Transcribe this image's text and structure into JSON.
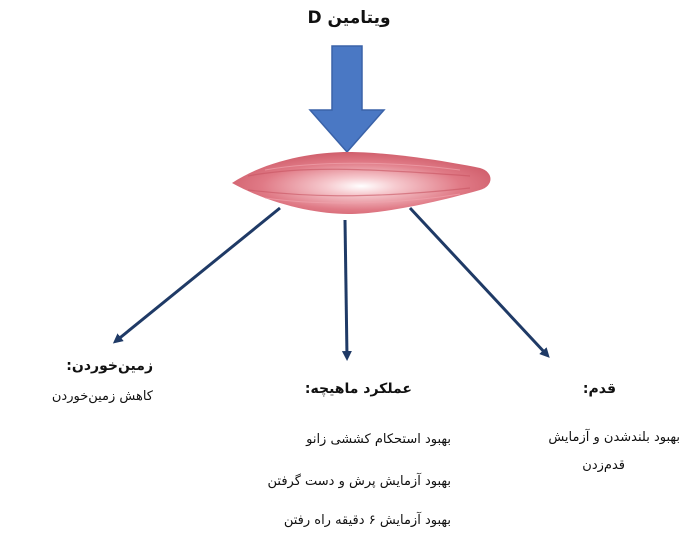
{
  "title": "ویتامین D",
  "left": {
    "heading": "زمین‌خوردن:",
    "lines": [
      "کاهش زمین‌خوردن"
    ]
  },
  "center": {
    "heading": "عملکرد ماهیچه:",
    "lines": [
      "بهبود استحکام کششی زانو",
      "بهبود آزمایش پرش و دست گرفتن",
      "بهبود آزمایش ۶ دقیقه راه رفتن"
    ]
  },
  "right": {
    "heading": "قدم:",
    "lines": [
      "بهبود بلندشدن و آزمایش",
      "قدم‌زدن"
    ]
  },
  "colors": {
    "arrow_blue": "#4a78c4",
    "arrow_dark": "#1f3a66",
    "muscle": "#e07a86",
    "muscle_light": "#f6c9ce"
  }
}
